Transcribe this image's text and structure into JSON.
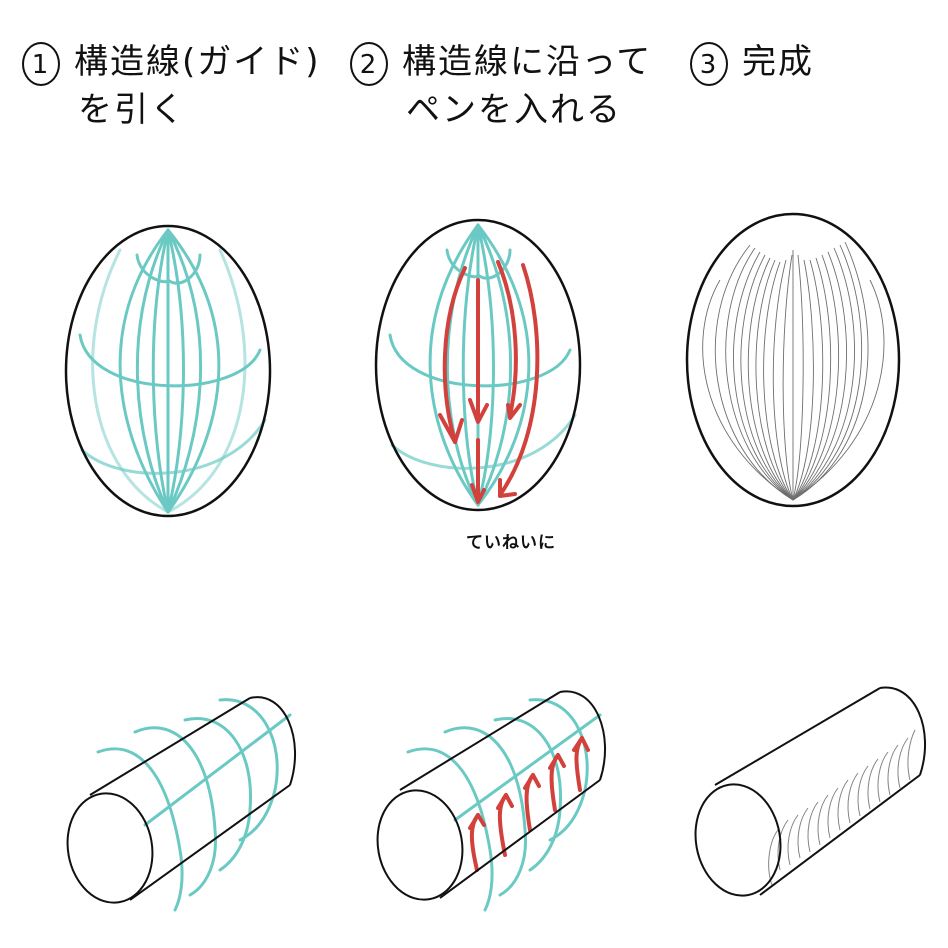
{
  "colors": {
    "guide": "#5cc4be",
    "pen_arrow": "#d2413c",
    "outline": "#111111",
    "hatch": "#555555",
    "background": "#ffffff"
  },
  "steps": [
    {
      "number": "1",
      "title_line1": "構造線(ガイド)",
      "title_line2": "を引く"
    },
    {
      "number": "2",
      "title_line1": "構造線に沿って",
      "title_line2": "ペンを入れる"
    },
    {
      "number": "3",
      "title_line1": "完成",
      "title_line2": ""
    }
  ],
  "annotations": {
    "carefully": "ていねいに"
  },
  "figures": {
    "row1": [
      "egg-with-guides",
      "egg-with-guides-and-arrows",
      "egg-hatched"
    ],
    "row2": [
      "cylinder-with-guides",
      "cylinder-with-guides-and-arrows",
      "cylinder-hatched"
    ]
  }
}
